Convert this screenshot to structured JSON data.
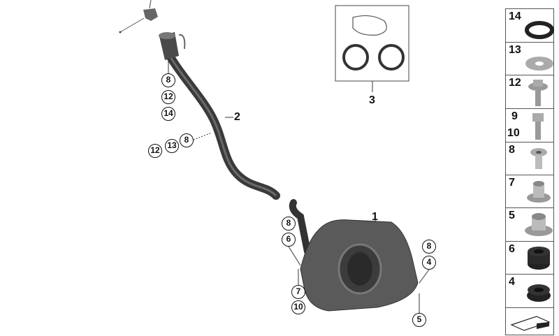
{
  "diagram": {
    "part_labels": {
      "tank": "1",
      "filler_pipe": "2",
      "seal_kit": "3"
    },
    "callouts_filler_top": [
      "8",
      "12",
      "14"
    ],
    "callouts_filler_mid": [
      "8",
      "13",
      "12"
    ],
    "callouts_tank_left": [
      "8",
      "6",
      "7",
      "10"
    ],
    "callouts_tank_right": [
      "8",
      "4",
      "5"
    ]
  },
  "parts_list": [
    {
      "label": "14",
      "icon": "washer-black-icon"
    },
    {
      "label": "13",
      "icon": "washer-flat-icon"
    },
    {
      "label": "12",
      "icon": "hex-bolt-collar-icon"
    },
    {
      "label": "9",
      "label2": "10",
      "icon": "hex-bolt-icon"
    },
    {
      "label": "8",
      "icon": "sleeve-icon"
    },
    {
      "label": "7",
      "icon": "bushing-icon"
    },
    {
      "label": "5",
      "icon": "bushing-large-icon"
    },
    {
      "label": "6",
      "icon": "grommet-icon"
    },
    {
      "label": "4",
      "icon": "grommet-small-icon"
    },
    {
      "icon": "sheet-icon"
    }
  ]
}
